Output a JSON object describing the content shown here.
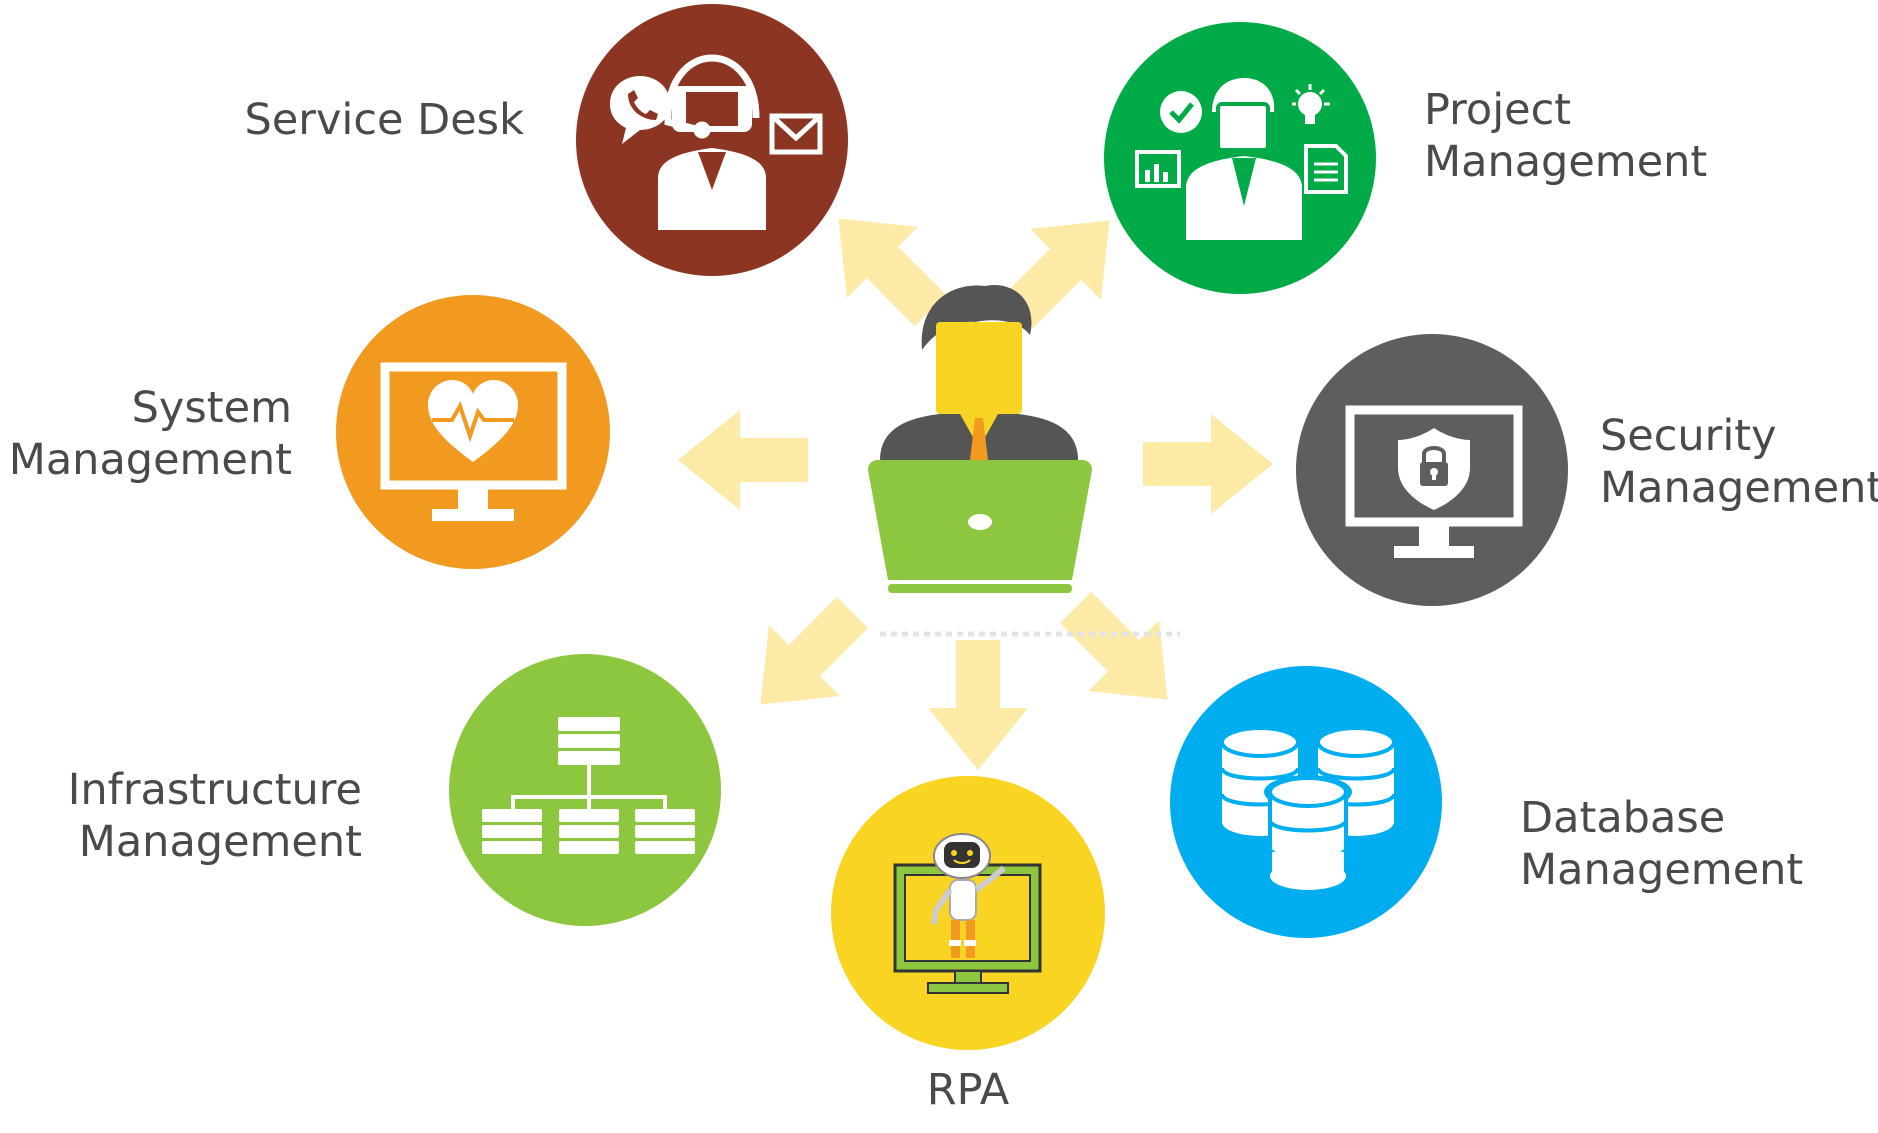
{
  "nodes": {
    "service_desk": {
      "lines": [
        "Service Desk"
      ],
      "color": "#8B3522",
      "icon": "headset-agent-icon"
    },
    "project_management": {
      "lines": [
        "Project",
        "Management"
      ],
      "color": "#00AA47",
      "icon": "project-manager-icon"
    },
    "system_management": {
      "lines": [
        "System",
        "Management"
      ],
      "color": "#F2991F",
      "icon": "monitor-heartbeat-icon"
    },
    "security_management": {
      "lines": [
        "Security",
        "Management"
      ],
      "color": "#5E5E5E",
      "icon": "monitor-shield-lock-icon"
    },
    "infrastructure_management": {
      "lines": [
        "Infrastructure",
        "Management"
      ],
      "color": "#8DC63F",
      "icon": "server-network-icon"
    },
    "rpa": {
      "lines": [
        "RPA"
      ],
      "color": "#F9D423",
      "icon": "robot-monitor-icon"
    },
    "database_management": {
      "lines": [
        "Database",
        "Management"
      ],
      "color": "#00AEEF",
      "icon": "database-stack-icon"
    }
  },
  "center": {
    "icon": "person-laptop-icon",
    "laptop_color": "#8DC63F",
    "face_color": "#F9D423",
    "hair_color": "#555555"
  },
  "arrow_color": "#FCEAA6"
}
